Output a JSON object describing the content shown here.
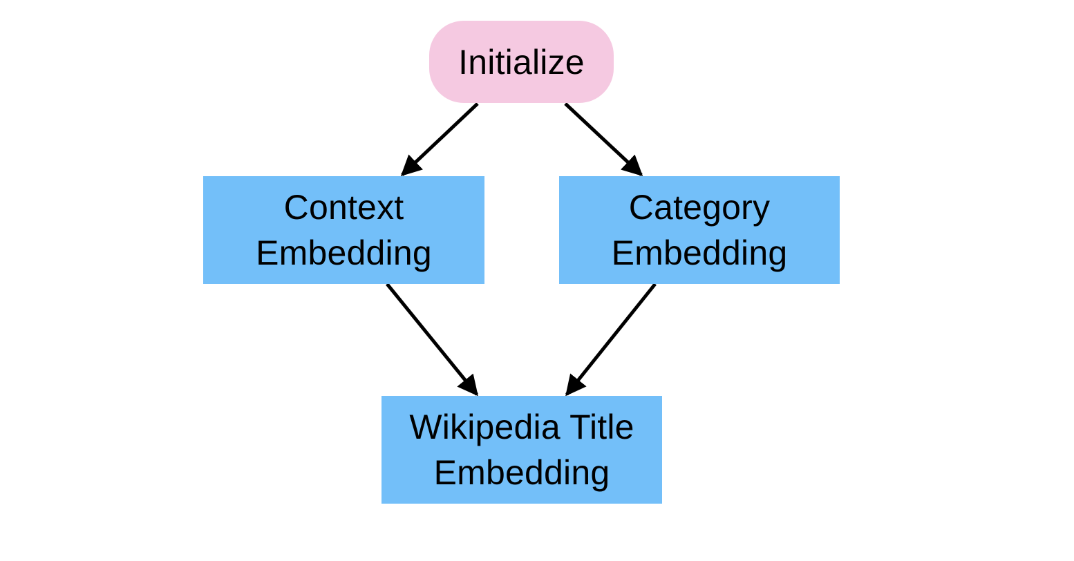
{
  "colors": {
    "start_fill": "#f5c9e1",
    "process_fill": "#73bff9",
    "edge": "#000000",
    "text": "#000000"
  },
  "nodes": {
    "initialize": {
      "line1": "Initialize"
    },
    "context": {
      "line1": "Context",
      "line2": "Embedding"
    },
    "category": {
      "line1": "Category",
      "line2": "Embedding"
    },
    "title": {
      "line1": "Wikipedia Title",
      "line2": "Embedding"
    }
  },
  "edges": [
    {
      "from": "initialize",
      "to": "context"
    },
    {
      "from": "initialize",
      "to": "category"
    },
    {
      "from": "context",
      "to": "title"
    },
    {
      "from": "category",
      "to": "title"
    }
  ]
}
